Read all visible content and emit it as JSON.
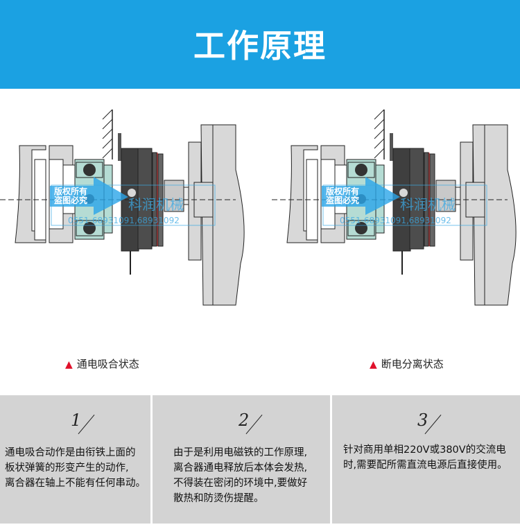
{
  "header": {
    "title": "工作原理"
  },
  "diagrams": [
    {
      "caption": "通电吸合状态"
    },
    {
      "caption": "断电分离状态"
    }
  ],
  "watermark": {
    "line1": "版权所有",
    "line2": "盗图必究",
    "brand": "科润机械",
    "phone": "0551-68931091,68931092"
  },
  "caption_marker": "▲",
  "panels": [
    {
      "number": "1",
      "text": "通电吸合动作是由衔铁上面的\n板状弹簧的形变产生的动作,\n离合器在轴上不能有任何串动。"
    },
    {
      "number": "2",
      "text": "由于是利用电磁铁的工作原理,\n离合器通电释放后本体会发热,\n不得装在密闭的环境中,要做好\n散热和防烫伤提醒。"
    },
    {
      "number": "3",
      "text": "针对商用单相220V或380V的交流电\n时,需要配所需直流电源后直接使用。"
    }
  ],
  "colors": {
    "header": "#1ba1e2",
    "panel": "#d3d3d3",
    "marker": "#e0102a"
  }
}
